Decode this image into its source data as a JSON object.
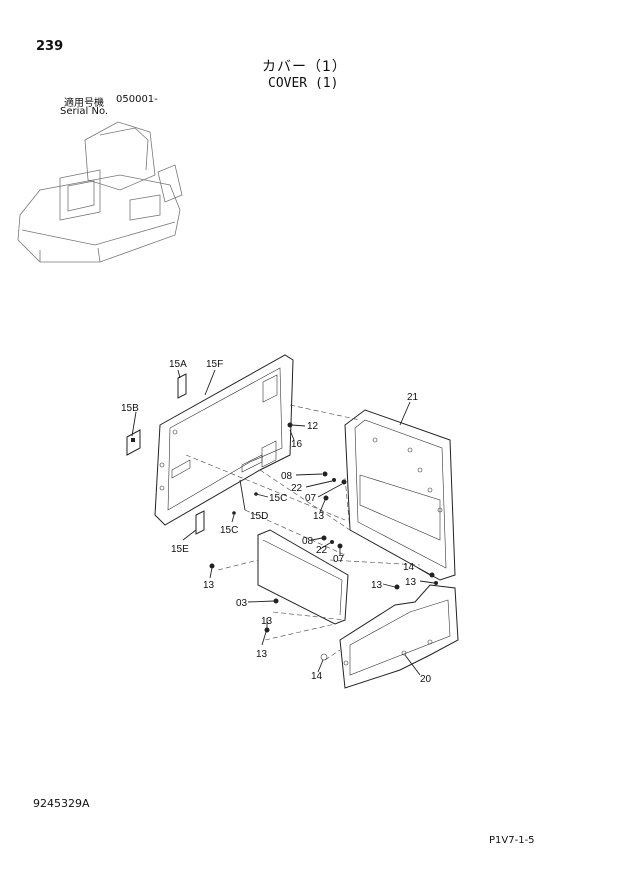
{
  "header": {
    "page_number": "239",
    "title_jp": "カバー（1）",
    "title_en": "COVER (1)",
    "serial_label_jp": "適用号機",
    "serial_value": "050001-",
    "serial_label_en": "Serial No."
  },
  "callouts": {
    "c15A": "15A",
    "c15F": "15F",
    "c15B": "15B",
    "c21": "21",
    "c12": "12",
    "c16": "16",
    "c08a": "08",
    "c22a": "22",
    "c07a": "07",
    "c15C_a": "15C",
    "c13a": "13",
    "c15D": "15D",
    "c15C_b": "15C",
    "c15E": "15E",
    "c08b": "08",
    "c22b": "22",
    "c07b": "07",
    "c14a": "14",
    "c13b": "13",
    "c13c": "13",
    "c13d": "13",
    "c03": "03",
    "c13e": "13",
    "c13f": "13",
    "c14b": "14",
    "c20": "20"
  },
  "footer": {
    "drawing_code": "9245329A",
    "page_code": "P1V7-1-5"
  }
}
